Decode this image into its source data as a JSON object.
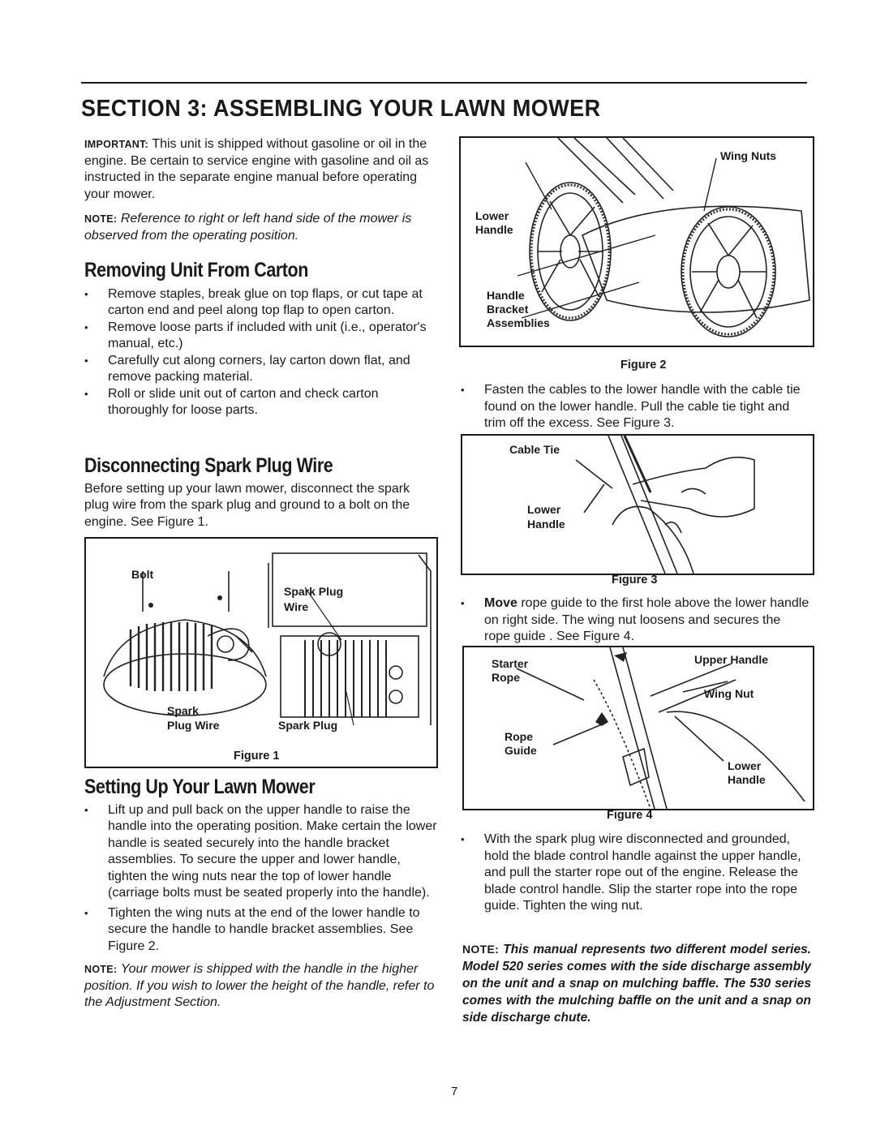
{
  "section": {
    "title": "SECTION 3:  ASSEMBLING YOUR LAWN MOWER"
  },
  "intro": {
    "important_label": "IMPORTANT:",
    "important_text": "This unit is shipped without gasoline or oil in the engine. Be certain to service engine with gasoline and oil as instructed in the separate engine manual before operating your mower.",
    "note_label": "NOTE:",
    "note_text": "Reference to right or left hand side of the mower is observed from the operating position."
  },
  "removing": {
    "heading": "Removing Unit From Carton",
    "bullets": [
      "Remove staples, break glue on top flaps, or cut tape at carton end and peel along top flap to open carton.",
      "Remove loose parts if included with unit (i.e., operator's manual, etc.)",
      "Carefully cut along corners, lay carton down flat, and remove packing material.",
      "Roll or slide unit out of carton and check carton thoroughly for loose parts."
    ]
  },
  "disconnecting": {
    "heading": "Disconnecting Spark Plug Wire",
    "text": "Before setting up your lawn mower, disconnect the spark plug wire from the spark plug and ground to a bolt on the engine. See Figure 1."
  },
  "figure1": {
    "caption": "Figure 1",
    "labels": {
      "bolt": "Bolt",
      "spark_plug_wire_top_1": "Spark Plug",
      "spark_plug_wire_top_2": "Wire",
      "spark_1": "Spark",
      "spark_2": "Plug Wire",
      "spark_plug": "Spark Plug"
    }
  },
  "setting": {
    "heading": "Setting Up Your Lawn Mower",
    "bullets": [
      "Lift up and pull back on the upper handle to raise the handle into the operating position. Make certain the lower handle is seated securely into the handle bracket assemblies. To secure the upper and lower handle, tighten the wing nuts near the top of lower handle (carriage bolts must be seated properly into the handle).",
      "Tighten the wing nuts at the end of the lower handle to secure the handle to handle bracket assemblies. See Figure 2."
    ],
    "note_label": "NOTE:",
    "note_text": "Your mower is shipped with the handle in the higher position. If you wish to lower the height of the handle, refer to the Adjustment Section."
  },
  "figure2": {
    "caption": "Figure 2",
    "labels": {
      "wing_nuts": "Wing Nuts",
      "lower_1": "Lower",
      "lower_2": "Handle",
      "hb_1": "Handle",
      "hb_2": "Bracket",
      "hb_3": "Assemblies"
    }
  },
  "right_text1": "Fasten the cables to the lower handle with the cable tie found on the lower handle. Pull the cable tie tight and trim off the excess. See Figure 3.",
  "figure3": {
    "caption": "Figure 3",
    "labels": {
      "cable_tie": "Cable Tie",
      "lower_1": "Lower",
      "lower_2": "Handle"
    }
  },
  "right_text2": {
    "bold": "Move",
    "text": " rope guide to the first hole above the lower handle on right side. The wing nut loosens and secures the rope guide . See Figure 4."
  },
  "figure4": {
    "caption": "Figure 4",
    "labels": {
      "starter_1": "Starter",
      "starter_2": "Rope",
      "upper_handle": "Upper Handle",
      "wing_nut": "Wing Nut",
      "rope_guide_1": "Rope",
      "rope_guide_2": "Guide",
      "lower_1": "Lower",
      "lower_2": "Handle"
    }
  },
  "right_text3": "With the spark plug wire disconnected and grounded, hold the blade control handle against the upper handle, and pull the starter rope out of the engine. Release the blade control handle. Slip the starter rope into the rope guide. Tighten the wing nut.",
  "final_note": {
    "label": "NOTE:",
    "text": "This manual represents two different model series. Model 520 series comes with the side discharge assembly on the unit and a snap on mulching baffle. The 530 series comes with the mulching baffle on the unit and a snap on side discharge chute."
  },
  "page_number": "7"
}
